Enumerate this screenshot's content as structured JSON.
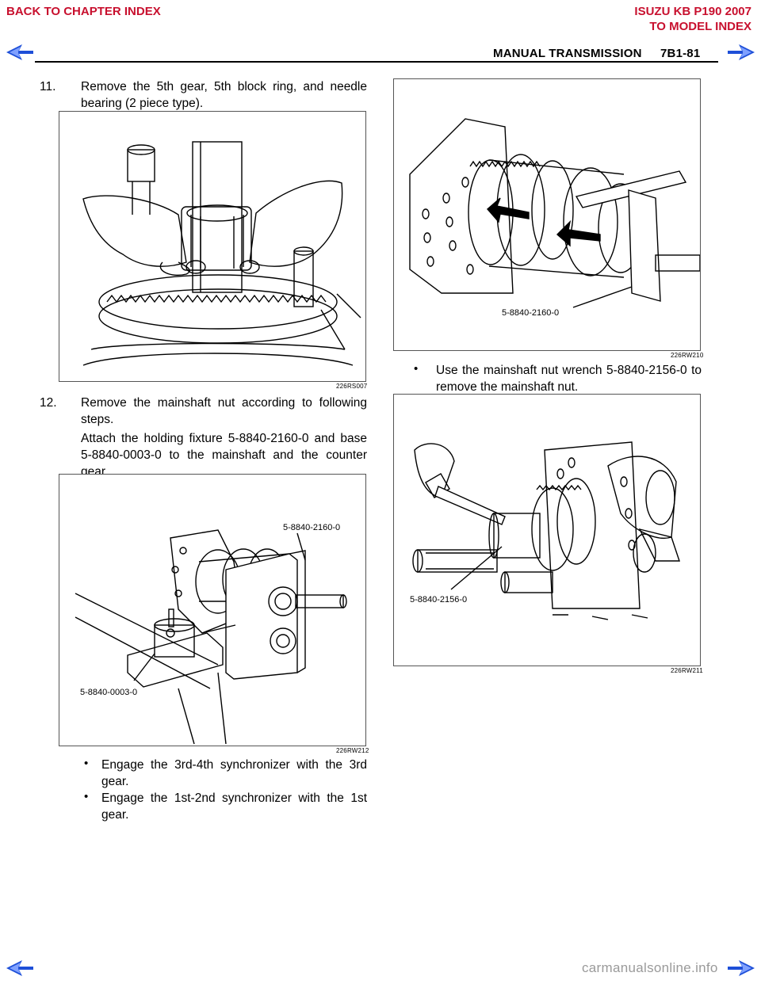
{
  "nav": {
    "back_to_chapter": "BACK TO CHAPTER INDEX",
    "vehicle": "ISUZU KB P190 2007",
    "to_model": "TO MODEL INDEX",
    "link_color": "#c8102e",
    "arrow_color": "#1e4fd8"
  },
  "header": {
    "section": "MANUAL TRANSMISSION",
    "page": "7B1-81"
  },
  "steps": {
    "s11": {
      "number": "11.",
      "line1": "Remove the 5th gear, 5th block ring, and needle",
      "line2": "bearing (2 piece type)."
    },
    "s12": {
      "number": "12.",
      "line1": "Remove the mainshaft nut according to following",
      "line2": "steps.",
      "p1": "Attach the holding fixture 5-8840-2160-0 and base",
      "p2": "5-8840-0003-0 to the mainshaft and the counter",
      "p3": "gear."
    }
  },
  "bullets": {
    "b1_line1": "Engage the 3rd-4th synchronizer with the 3rd",
    "b1_line2": "gear.",
    "b2_line1": "Engage the 1st-2nd synchronizer with the 1st",
    "b2_line2": "gear.",
    "b3_line1": "Use the mainshaft nut wrench 5-8840-2156-0 to",
    "b3_line2": "remove the mainshaft nut."
  },
  "figures": {
    "fig1_code": "226RS007",
    "fig2_code": "226RW212",
    "fig2_label_fixture": "5-8840-2160-0",
    "fig2_label_base": "5-8840-0003-0",
    "fig3_code": "226RW210",
    "fig3_label": "5-8840-2160-0",
    "fig4_code": "226RW211",
    "fig4_label": "5-8840-2156-0"
  },
  "footer": {
    "watermark": "carmanualsonline.info"
  }
}
